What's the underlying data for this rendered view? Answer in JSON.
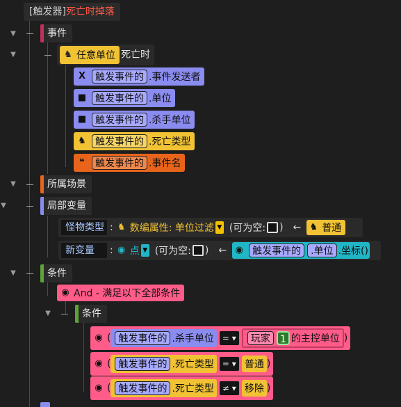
{
  "header": {
    "prefix": "[触发器]",
    "title": "死亡时掉落"
  },
  "event_section": {
    "label": "事件",
    "block": {
      "subject": "任意单位",
      "event": "死亡时"
    },
    "params": [
      {
        "src": "触发事件的",
        "field": ".事件发送者",
        "icon": "X",
        "color": "#8a8cf0"
      },
      {
        "src": "触发事件的",
        "field": ".单位",
        "icon": "cube",
        "color": "#8a8cf0"
      },
      {
        "src": "触发事件的",
        "field": ".杀手单位",
        "icon": "cube",
        "color": "#8a8cf0"
      },
      {
        "src": "触发事件的",
        "field": ".死亡类型",
        "icon": "rider",
        "color": "#f0c234"
      },
      {
        "src": "触发事件的",
        "field": ".事件名",
        "icon": "quote",
        "color": "#e8641b"
      }
    ]
  },
  "scene_section": {
    "label": "所属场景"
  },
  "local_vars_section": {
    "label": "局部变量",
    "vars": [
      {
        "name": "怪物类型",
        "colon": ":",
        "type": "数编属性: 单位过滤",
        "nullable": "(可为空:",
        "close": ")",
        "arrow": "←",
        "value": "普通"
      },
      {
        "name": "新变量",
        "colon": ":",
        "type": "点",
        "nullable": "(可为空:",
        "close": ")",
        "arrow": "←",
        "value_src": "触发事件的",
        "value_field1": ".单位",
        "value_field2": ".坐标()"
      }
    ]
  },
  "condition_section": {
    "label": "条件",
    "and_label": "And - 满足以下全部条件",
    "sub_label": "条件",
    "rows": [
      {
        "left_src": "触发事件的",
        "left_field": ".杀手单位",
        "op": "=",
        "player_label": "玩家",
        "player_num": "1",
        "right_tail": "的主控单位"
      },
      {
        "left_src": "触发事件的",
        "left_field": ".死亡类型",
        "op": "=",
        "right": "普通"
      },
      {
        "left_src": "触发事件的",
        "left_field": ".死亡类型",
        "op": "≠",
        "right": "移除"
      }
    ],
    "paren_open": "(",
    "paren_close": ")"
  },
  "colors": {
    "red_accent": "#ff5a47",
    "event_bar": "#c0305a",
    "scene_bar": "#e8641b",
    "local_bar": "#8a8cf0",
    "cond_bar": "#5fa23a",
    "cond_block": "#ff5c8a",
    "point_block": "#21b6c6"
  }
}
